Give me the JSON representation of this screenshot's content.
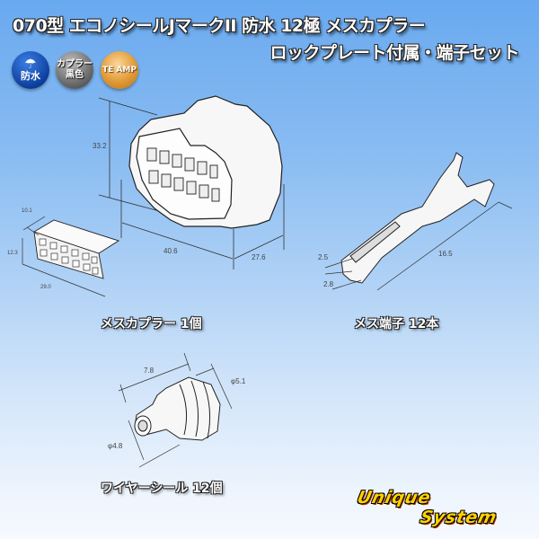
{
  "header": {
    "title_line1": "070型 エコノシールJマークII 防水 12極 メスカプラー",
    "title_line2": "ロックプレート付属・端子セット"
  },
  "badges": [
    {
      "icon": "umbrella-icon",
      "label": "防水",
      "color": "#0d3f9c"
    },
    {
      "label_line1": "カプラー",
      "label_line2": "黒色",
      "color": "#6d6d6d"
    },
    {
      "label": "TE AMP",
      "color": "#e09a35"
    }
  ],
  "coupler": {
    "caption": "メスカプラー 1個",
    "dimensions": {
      "height": "33.2",
      "width": "40.6",
      "depth": "27.6"
    },
    "lock_plate": {
      "depth": "10.1",
      "height": "12.3",
      "width": "29.0"
    }
  },
  "terminal": {
    "caption": "メス端子 12本",
    "dimensions": {
      "length": "16.5",
      "width1": "2.5",
      "width2": "2.8"
    }
  },
  "wire_seal": {
    "caption": "ワイヤーシール 12個",
    "dimensions": {
      "length": "7.8",
      "outer_diameter": "φ5.1",
      "inner_diameter": "φ4.8"
    }
  },
  "logo": {
    "line1": "Unique",
    "line2": "System"
  }
}
